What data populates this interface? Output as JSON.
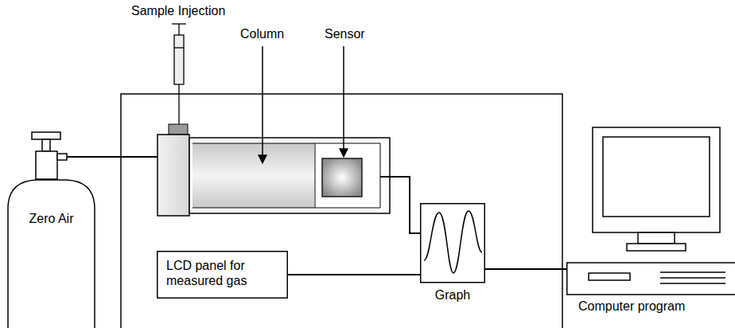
{
  "diagram": {
    "nodes": [
      {
        "text": [
          "Zero Air"
        ]
      },
      {
        "text": [
          "LCD panel for measured gas"
        ]
      },
      {
        "text": [
          "Graph"
        ]
      },
      {
        "text": [
          "Computer program"
        ]
      }
    ],
    "edges": [
      {
        "from": 1,
        "to": 2,
        "arrow": "none"
      },
      {
        "from": 2,
        "to": 3,
        "arrow": "none"
      }
    ],
    "labels": [
      "Sample Injection",
      "Column",
      "Sensor"
    ]
  }
}
